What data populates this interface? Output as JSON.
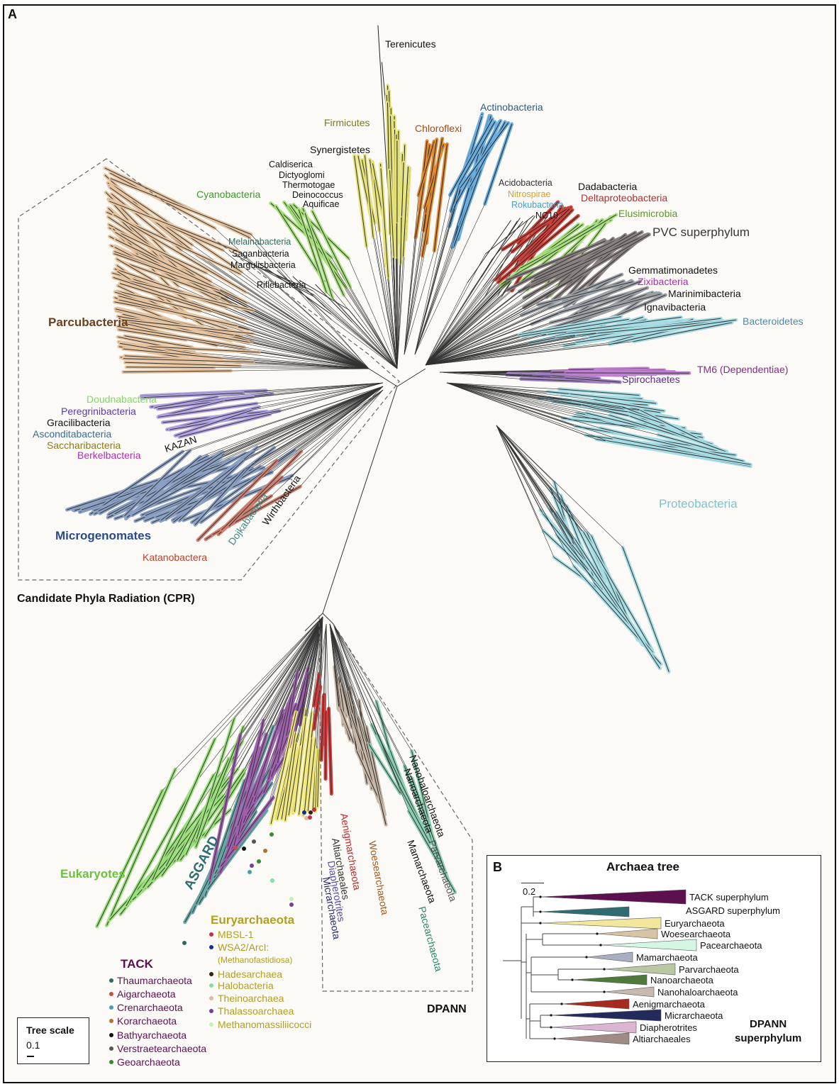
{
  "panel_a": {
    "letter": "A",
    "labels": {
      "terenicutes": "Terenicutes",
      "firmicutes": "Firmicutes",
      "chloroflexi": "Chloroflexi",
      "actinobacteria": "Actinobacteria",
      "synergistetes": "Synergistetes",
      "caldiserica": "Caldiserica",
      "dictyoglomi": "Dictyoglomi",
      "thermotogae": "Thermotogae",
      "deinococcus": "Deinococcus",
      "aquificae": "Aquificae",
      "cyanobacteria": "Cyanobacteria",
      "melainabacteria": "Melainabacteria",
      "saganbacteria": "Saganbacteria",
      "margulisbacteria": "Margulisbacteria",
      "riflebacteria": "Riflebacteria",
      "acidobacteria": "Acidobacteria",
      "nitrospirae": "Nitrospirae",
      "rokubacteria": "Rokubacteria",
      "nc10": "NC10",
      "dadabacteria": "Dadabacteria",
      "deltaproteobacteria": "Deltaproteobacteria",
      "elusimicrobia": "Elusimicrobia",
      "pvc": "PVC superphylum",
      "gemmatimonadetes": "Gemmatimonadetes",
      "zixibacteria": "Zixibacteria",
      "marinimibacteria": "Marinimibacteria",
      "ignavibacteria": "Ignavibacteria",
      "bacteroidetes": "Bacteroidetes",
      "tm6": "TM6 (Dependentiae)",
      "spirochaetes": "Spirochaetes",
      "proteobacteria": "Proteobacteria",
      "parcubacteria": "Parcubacteria",
      "doudnabacteria": "Doudnabacteria",
      "peregrinibacteria": "Peregrinibacteria",
      "gracilibacteria": "Gracilibacteria",
      "asconditabacteria": "Asconditabacteria",
      "saccharibacteria": "Saccharibacteria",
      "berkelbacteria": "Berkelbacteria",
      "kazan": "KAZAN",
      "microgenomates": "Microgenomates",
      "katanobactera": "Katanobactera",
      "dojkabacteria": "Dojkabacteria",
      "wirthbacteria": "Wirthbacteria",
      "cpr": "Candidate Phyla Radiation (CPR)",
      "eukaryotes": "Eukaryotes",
      "asgard": "ASGARD",
      "euryarchaeota": "Euryarchaeota",
      "tack": "TACK",
      "dpann": "DPANN",
      "aenigmarchaeota": "Aenigmarchaeota",
      "altiarchaeales": "Altiarchaeales",
      "diapherotrites": "Diapherotrites",
      "micrarchaeota": "Micrarchaeota",
      "woesearchaeota": "Woesearchaeota",
      "nanohaloarchaeota": "Nanohaloarchaeota",
      "nanoarchaeota": "Nanoarchaeota",
      "parvarchaeota": "Parvarchaeota",
      "mamarchaeota": "Mamarchaeota",
      "pacearchaeota": "Pacearchaeota"
    },
    "tack_list": [
      {
        "label": "Thaumarchaeota",
        "color": "#2f6b5e"
      },
      {
        "label": "Aigarchaeota",
        "color": "#c0504d"
      },
      {
        "label": "Crenarchaeota",
        "color": "#4a9cb0"
      },
      {
        "label": "Korarchaeota",
        "color": "#b07030"
      },
      {
        "label": "Bathyarchaeota",
        "color": "#111111"
      },
      {
        "label": "Verstraetearchaeota",
        "color": "#555555"
      },
      {
        "label": "Geoarchaeota",
        "color": "#3a8a30"
      }
    ],
    "eury_list": [
      {
        "label": "MBSL-1",
        "color": "#c0304a"
      },
      {
        "label": "WSA2/ArcI:",
        "color": "#1a2a9a"
      },
      {
        "label": "(Methanofastidiosa)",
        "color": null
      },
      {
        "label": "Hadesarchaea",
        "color": "#3a2010"
      },
      {
        "label": "Halobacteria",
        "color": "#7fe0a0"
      },
      {
        "label": "Theinoarchaea",
        "color": "#e0b8a0"
      },
      {
        "label": "Thalassoarchaea",
        "color": "#7040a0"
      },
      {
        "label": "Methanomassiliicocci",
        "color": "#c8f0b0"
      }
    ],
    "scale": {
      "title": "Tree scale",
      "value": "0.1"
    }
  },
  "panel_b": {
    "letter": "B",
    "title": "Archaea tree",
    "scale_value": "0.2",
    "footer_line1": "DPANN",
    "footer_line2": "superphylum",
    "clades": [
      {
        "label": "TACK superphylum",
        "color": "#5c1050"
      },
      {
        "label": "ASGARD superphylum",
        "color": "#2f6b72"
      },
      {
        "label": "Euryarchaeota",
        "color": "#f2e79c"
      },
      {
        "label": "Woesearchaeota",
        "color": "#d9c3a5"
      },
      {
        "label": "Pacearchaeota",
        "color": "#d4f7e3"
      },
      {
        "label": "Mamarchaeota",
        "color": "#a9aec2"
      },
      {
        "label": "Parvarchaeota",
        "color": "#b9c7a4"
      },
      {
        "label": "Nanoarchaeota",
        "color": "#4f7a3c"
      },
      {
        "label": "Nanohaloarchaeota",
        "color": "#c8b9b0"
      },
      {
        "label": "Aenigmarchaeota",
        "color": "#a82a1e"
      },
      {
        "label": "Micrarchaeota",
        "color": "#232a5c"
      },
      {
        "label": "Diapherotrites",
        "color": "#dcb5d3"
      },
      {
        "label": "Altiarchaeales",
        "color": "#a08a84"
      }
    ]
  }
}
